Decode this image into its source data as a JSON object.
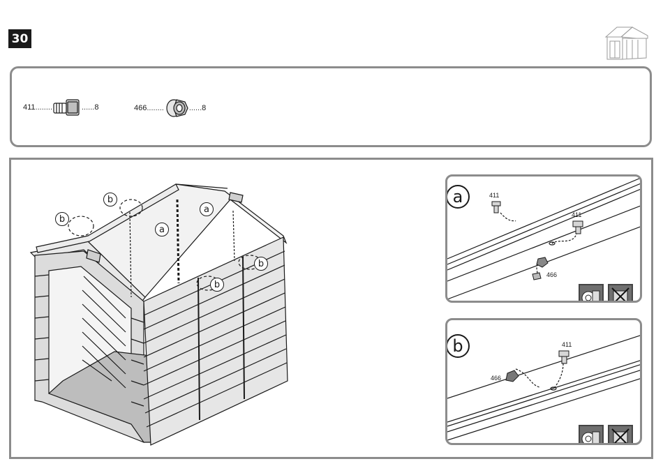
{
  "step": {
    "number": "30"
  },
  "thumbnail": {
    "icon": "shed-thumbnail-icon"
  },
  "parts": [
    {
      "part_no": "411",
      "dots": "........",
      "qty_dots": "......",
      "qty": "8",
      "icon": "bolt-icon"
    },
    {
      "part_no": "466",
      "dots": "........",
      "qty_dots": "......",
      "qty": "8",
      "icon": "nut-icon"
    }
  ],
  "main": {
    "callouts": [
      {
        "label": "b"
      },
      {
        "label": "b"
      },
      {
        "label": "a"
      },
      {
        "label": "a"
      },
      {
        "label": "b"
      },
      {
        "label": "b"
      }
    ]
  },
  "detail_a": {
    "label": "a",
    "parts": [
      "411",
      "411",
      "466"
    ],
    "tools": [
      "hand-tighten-tool-icon",
      "no-power-tool-icon"
    ]
  },
  "detail_b": {
    "label": "b",
    "parts": [
      "411",
      "466"
    ],
    "tools": [
      "hand-tighten-tool-icon",
      "no-power-tool-icon"
    ]
  },
  "colors": {
    "border": "#8c8c8c",
    "ink": "#1a1a1a",
    "badge": "#1a1a1a"
  }
}
